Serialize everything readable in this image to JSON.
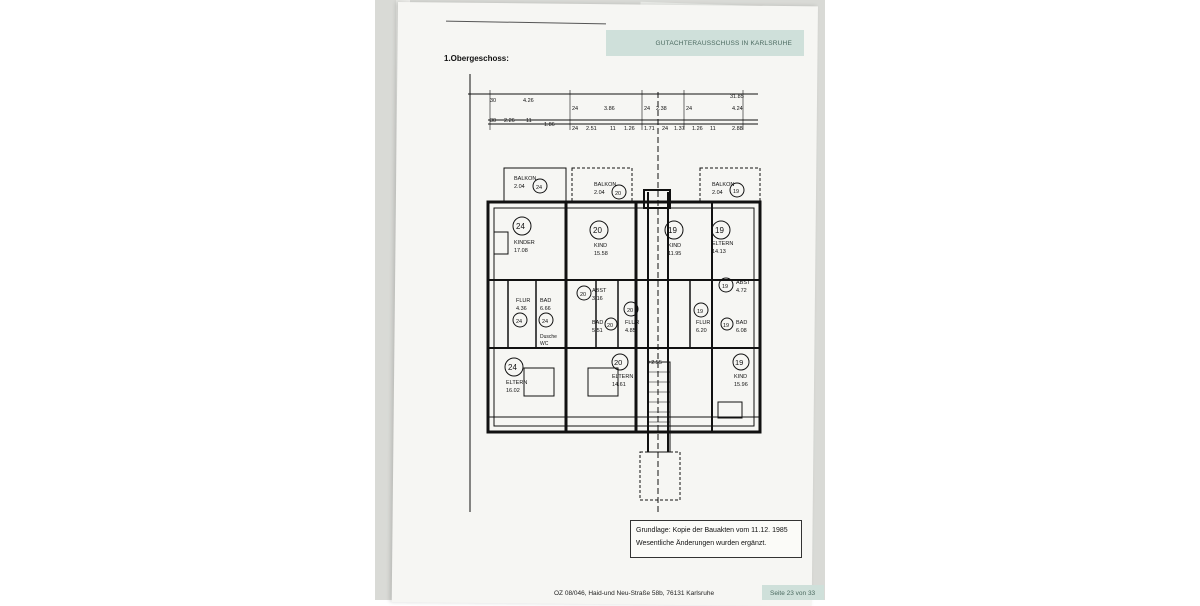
{
  "document": {
    "header_org": "GUTACHTERAUSSCHUSS IN KARLSRUHE",
    "section_title": "1.Obergeschoss:",
    "note_line1": "Grundlage: Kopie der Bauakten vom 11.12. 1985",
    "note_line2": "Wesentliche Änderungen wurden ergänzt.",
    "footer_address": "OZ 08/046, Haid-und Neu-Straße 58b, 76131 Karlsruhe",
    "footer_page": "Seite 23 von 33"
  },
  "floorplan": {
    "dims_top": [
      "30",
      "4.26",
      "24",
      "3.86",
      "24",
      "2.38",
      "24",
      "4.24",
      "31.85"
    ],
    "dims_second": [
      "30",
      "2.26",
      "11",
      "1.86",
      "24",
      "2.51",
      "11",
      "1.26",
      "1.71",
      "24",
      "1.37",
      "1.26",
      "11",
      "2.88"
    ],
    "rooms": [
      {
        "label": "BALKON",
        "area": "2.04",
        "unit": "24"
      },
      {
        "label": "BALKON",
        "area": "2.04",
        "unit": "20"
      },
      {
        "label": "BALKON",
        "area": "2.04",
        "unit": "19"
      },
      {
        "label": "KINDER",
        "area": "17.08",
        "unit": "24"
      },
      {
        "label": "KIND",
        "area": "15.58",
        "unit": "20"
      },
      {
        "label": "KIND",
        "area": "11.95",
        "unit": "19"
      },
      {
        "label": "ELTERN",
        "area": "14.13",
        "unit": "19"
      },
      {
        "label": "ABST",
        "area": "3.16",
        "unit": "20"
      },
      {
        "label": "ABST",
        "area": "4.72",
        "unit": "19"
      },
      {
        "label": "FLUR",
        "area": "4.36",
        "unit": "24"
      },
      {
        "label": "BAD",
        "area": "6.66",
        "unit": "24"
      },
      {
        "label": "BAD",
        "area": "5.51",
        "unit": "20"
      },
      {
        "label": "FLUR",
        "area": "4.85",
        "unit": "20"
      },
      {
        "label": "FLUR",
        "area": "6.20",
        "unit": "19"
      },
      {
        "label": "BAD",
        "area": "6.08",
        "unit": "19"
      },
      {
        "label": "ELTERN",
        "area": "16.02",
        "unit": "24"
      },
      {
        "label": "ELTERN",
        "area": "14.61",
        "unit": "20"
      },
      {
        "label": "KIND",
        "area": "15.96",
        "unit": "19"
      }
    ],
    "extra_labels": {
      "dusche": "Dusche",
      "wc": "WC",
      "level": "+2.55"
    }
  },
  "colors": {
    "header_band": "#cfe0da",
    "header_text": "#4b6a60",
    "page": "#f6f6f3",
    "background_strip": "#d9dad6"
  }
}
